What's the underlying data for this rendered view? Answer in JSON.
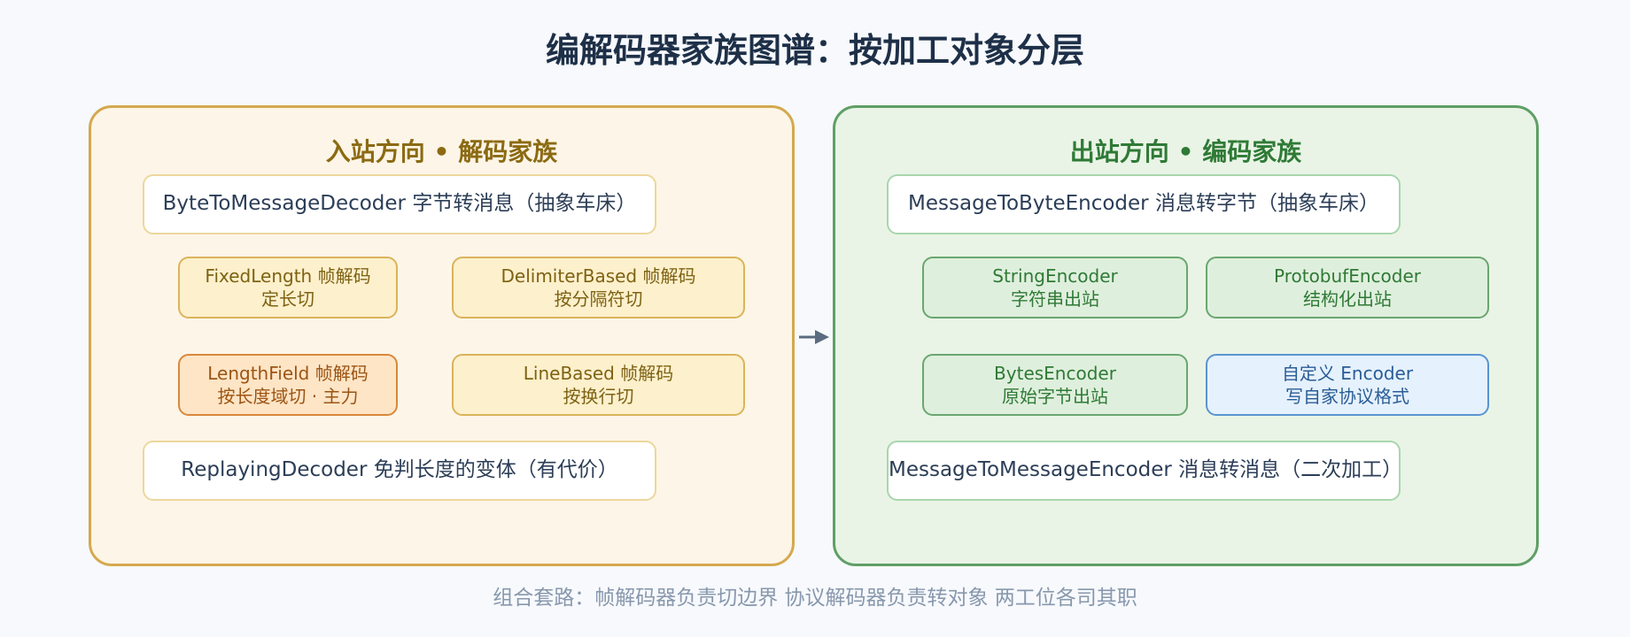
{
  "title": "编解码器家族图谱：按加工对象分层",
  "left_panel": {
    "title": "入站方向 • 解码家族",
    "top_box": "ByteToMessageDecoder 字节转消息（抽象车床）",
    "boxes": [
      {
        "line1": "FixedLength 帧解码",
        "line2": "定长切"
      },
      {
        "line1": "DelimiterBased 帧解码",
        "line2": "按分隔符切"
      },
      {
        "line1": "LengthField 帧解码",
        "line2": "按长度域切 · 主力"
      },
      {
        "line1": "LineBased 帧解码",
        "line2": "按换行切"
      }
    ],
    "bottom_box": "ReplayingDecoder 免判长度的变体（有代价）"
  },
  "right_panel": {
    "title": "出站方向 • 编码家族",
    "top_box": "MessageToByteEncoder 消息转字节（抽象车床）",
    "boxes": [
      {
        "line1": "StringEncoder",
        "line2": "字符串出站"
      },
      {
        "line1": "ProtobufEncoder",
        "line2": "结构化出站"
      },
      {
        "line1": "BytesEncoder",
        "line2": "原始字节出站"
      },
      {
        "line1": "自定义 Encoder",
        "line2": "写自家协议格式"
      }
    ],
    "bottom_box": "MessageToMessageEncoder 消息转消息（二次加工）"
  },
  "footer": "组合套路：帧解码器负责切边界 协议解码器负责转对象 两工位各司其职",
  "colors": {
    "decode_panel": "#fdf5e7",
    "encode_panel": "#e9f4e6",
    "highlight_orange": "#fde5c6",
    "custom_blue": "#e5f1fd"
  }
}
